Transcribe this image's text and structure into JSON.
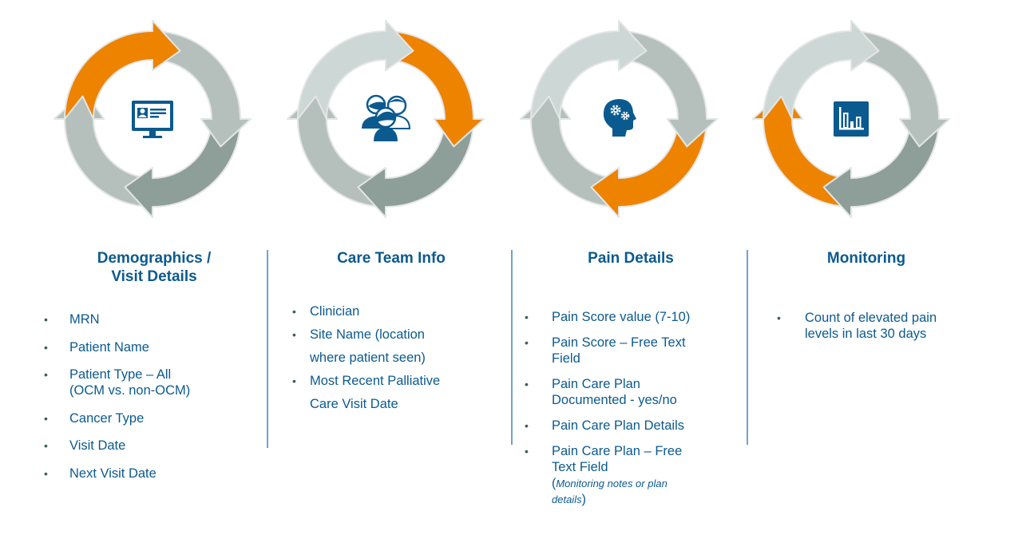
{
  "colors": {
    "orange": "#ee8300",
    "gray_light": "#cdd7d6",
    "gray_medium": "#b5c0bd",
    "gray_dark": "#8e9e99",
    "outline": "#e3e6e5",
    "icon_blue": "#0b5a8f",
    "text_blue": "#0b5a8f",
    "divider": "#6fa3cc"
  },
  "cycles": [
    {
      "icon": "computer-profile-icon",
      "highlight_segment": "top-left"
    },
    {
      "icon": "care-team-people-icon",
      "highlight_segment": "top-right"
    },
    {
      "icon": "head-gears-icon",
      "highlight_segment": "bottom-right"
    },
    {
      "icon": "bar-chart-icon",
      "highlight_segment": "bottom-left"
    }
  ],
  "sections": [
    {
      "title_line1": "Demographics /",
      "title_line2": "Visit Details",
      "bullet": "•",
      "items": [
        "MRN",
        "Patient Name",
        "Patient Type – All",
        "(OCM vs. non-OCM)",
        "Cancer Type",
        "Visit Date",
        "Next Visit Date"
      ]
    },
    {
      "title": "Care Team Info",
      "bullet": "•",
      "items": [
        "Clinician",
        "Site Name (location",
        "where patient seen)",
        "Most Recent Palliative",
        "Care Visit Date"
      ]
    },
    {
      "title": "Pain Details",
      "bullet": "•",
      "items": [
        "Pain Score value (7-10)",
        "Pain Score – Free Text",
        "Field",
        "Pain Care Plan",
        "Documented - yes/no",
        "Pain Care Plan Details",
        "Pain Care Plan – Free",
        "Text Field",
        "(",
        "Monitoring notes or plan",
        "details",
        ")"
      ]
    },
    {
      "title": "Monitoring",
      "bullet": "•",
      "items": [
        "Count of elevated pain",
        "levels in last 30 days"
      ]
    }
  ]
}
